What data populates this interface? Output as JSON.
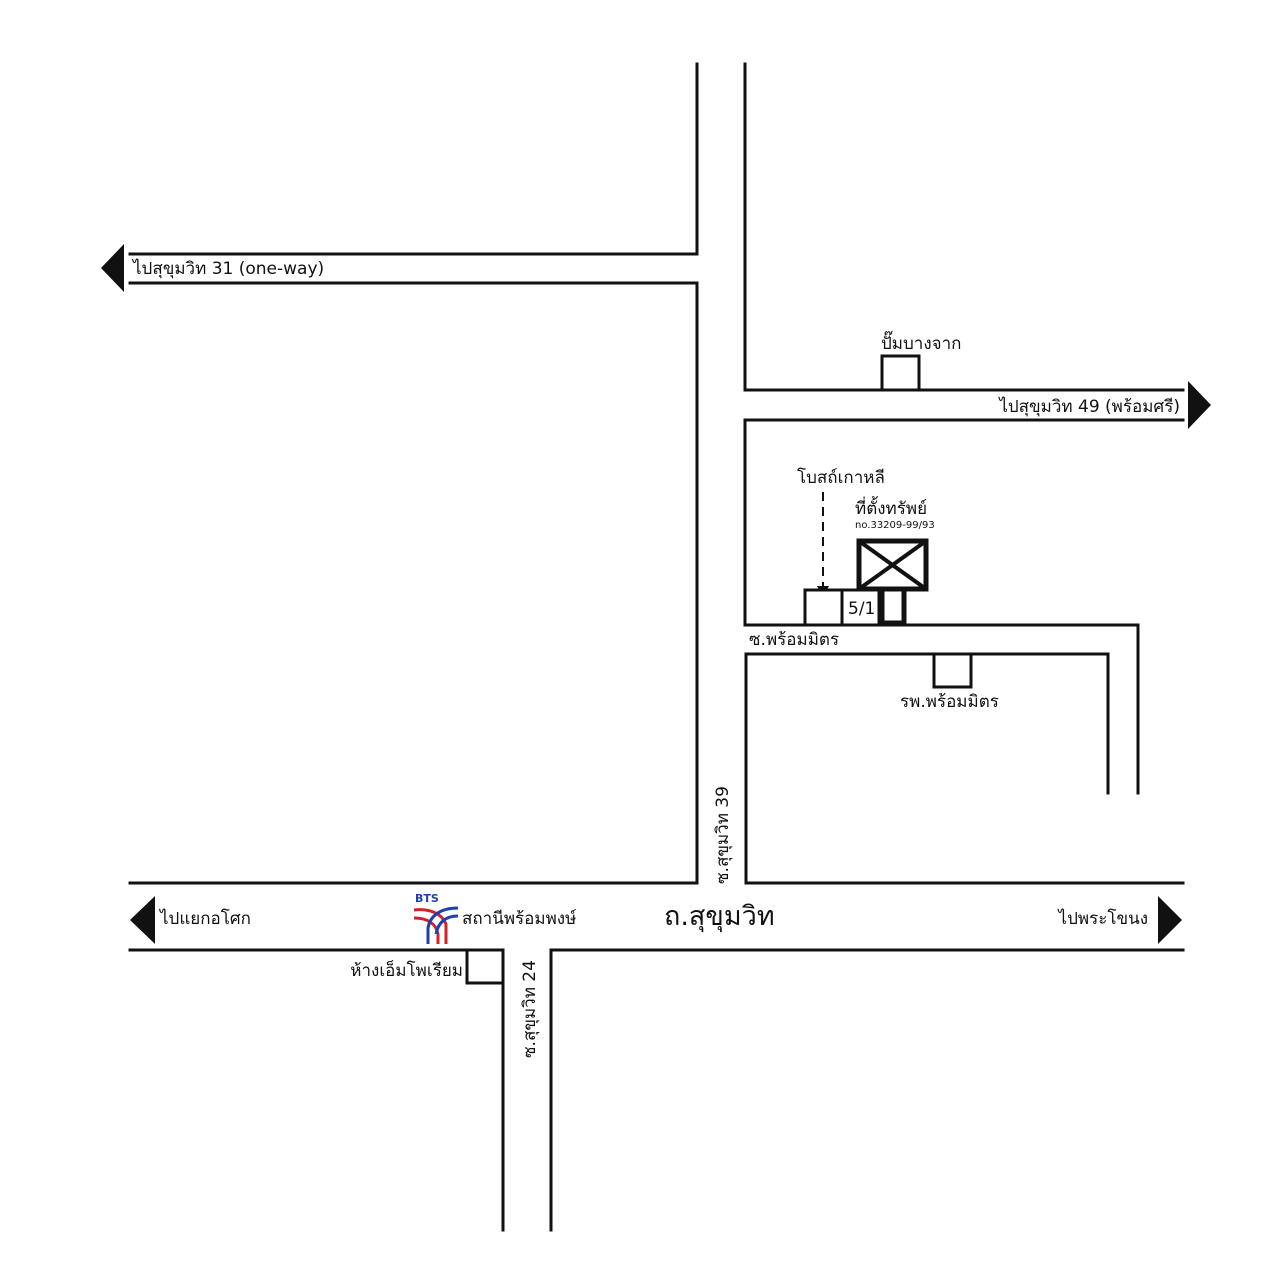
{
  "map": {
    "roads": {
      "sukhumvit_main": "ถ.สุขุมวิท",
      "soi_39": "ซ.สุขุมวิท 39",
      "soi_24": "ซ.สุขุมวิท 24",
      "soi_phrom_mit": "ซ.พร้อมมิตร"
    },
    "directions": {
      "to_sukhumvit_31": "ไปสุขุมวิท 31 (one-way)",
      "to_sukhumvit_49": "ไปสุขุมวิท 49 (พร้อมศรี)",
      "to_asok": "ไปแยกอโศก",
      "to_phra_khanong": "ไปพระโขนง"
    },
    "landmarks": {
      "bangchak_station": "ปั๊มบางจาก",
      "korean_church": "โบสถ์เกาหลี",
      "property_label": "ที่ตั้งทรัพย์",
      "property_number": "no.33209-99/93",
      "house_number": "5/1",
      "phrom_mit_hospital": "รพ.พร้อมมิตร",
      "bts_logo": "BTS",
      "bts_station": "สถานีพร้อมพงษ์",
      "emporium_mall": "ห้างเอ็มโพเรียม"
    },
    "colors": {
      "line": "#111111",
      "bts_blue": "#1f3fb0",
      "bts_red": "#d42027"
    }
  }
}
